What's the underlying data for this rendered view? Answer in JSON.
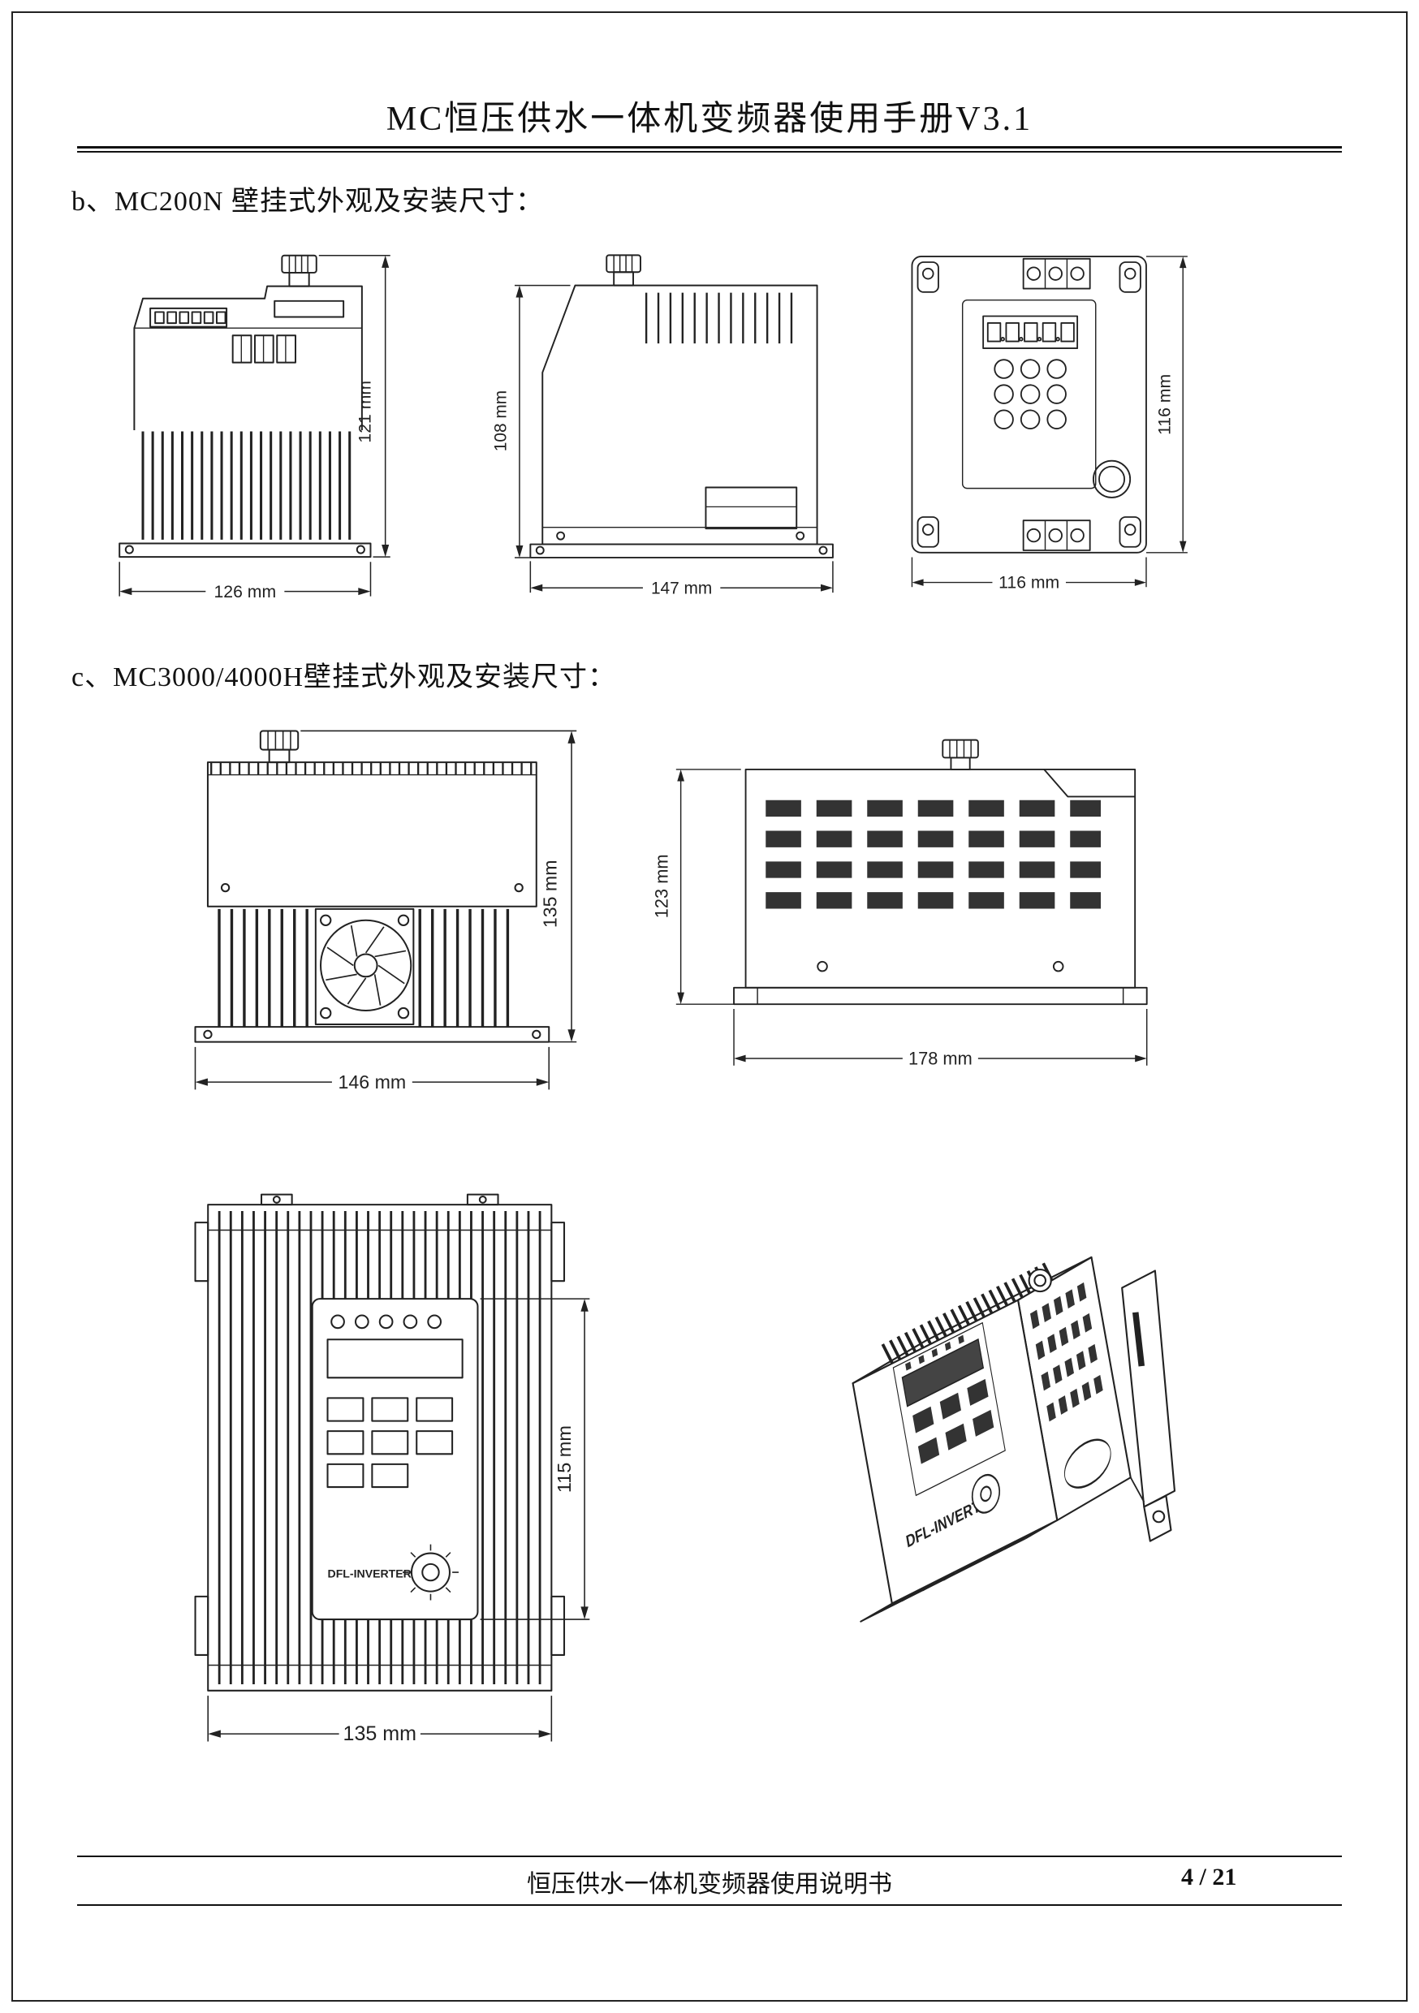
{
  "page": {
    "header_title": "MC恒压供水一体机变频器使用手册V3.1",
    "footer_title": "恒压供水一体机变频器使用说明书",
    "page_number": "4 / 21"
  },
  "section_b": {
    "heading": "b、MC200N 壁挂式外观及安装尺寸：",
    "front_view": {
      "height": "121 mm",
      "width": "126 mm"
    },
    "side_view": {
      "height": "108 mm",
      "width": "147 mm"
    },
    "back_view": {
      "height": "116 mm",
      "width": "116 mm"
    }
  },
  "section_c": {
    "heading": "c、MC3000/4000H壁挂式外观及安装尺寸：",
    "front_view": {
      "height": "135 mm",
      "width": "146 mm"
    },
    "side_view": {
      "height": "123 mm",
      "width": "178 mm"
    },
    "panel_view": {
      "height": "115 mm",
      "width": "135 mm",
      "brand": "DFL-INVERTER"
    },
    "iso_view": {
      "brand": "DFL-INVERTER"
    }
  }
}
